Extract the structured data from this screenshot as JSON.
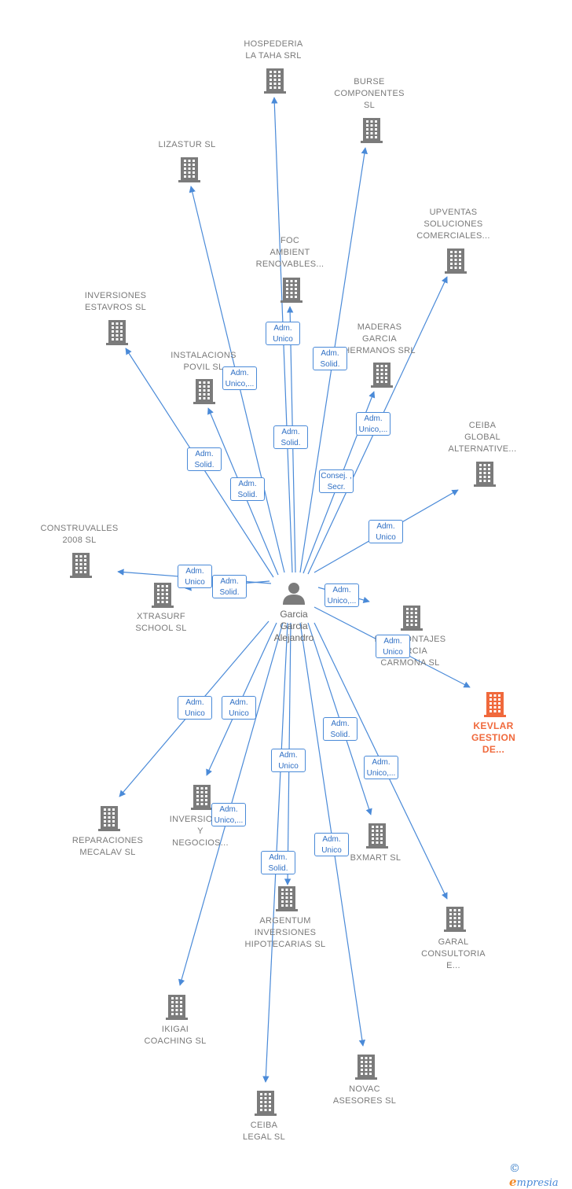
{
  "center": {
    "name": "Garcia\nGarcia\nAlejandro"
  },
  "companies": [
    {
      "id": "hospederia",
      "label": "HOSPEDERIA\nLA TAHA SRL"
    },
    {
      "id": "burse",
      "label": "BURSE\nCOMPONENTES\nSL"
    },
    {
      "id": "lizastur",
      "label": "LIZASTUR  SL"
    },
    {
      "id": "upventas",
      "label": "UPVENTAS\nSOLUCIONES\nCOMERCIALES..."
    },
    {
      "id": "foc",
      "label": "FOC\nAMBIENT\nRENOVABLES..."
    },
    {
      "id": "inversiones_estavros",
      "label": "INVERSIONES\nESTAVROS  SL"
    },
    {
      "id": "maderas",
      "label": "MADERAS\nGARCIA\nHERMANOS SRL"
    },
    {
      "id": "instalacions",
      "label": "INSTALACIONS\nPOVIL  SL"
    },
    {
      "id": "ceiba_global",
      "label": "CEIBA\nGLOBAL\nALTERNATIVE..."
    },
    {
      "id": "construvalles",
      "label": "CONSTRUVALLES\n2008 SL"
    },
    {
      "id": "xtrasurf",
      "label": "XTRASURF\nSCHOOL  SL"
    },
    {
      "id": "montajes",
      "label": "INST MONTAJES\nGARCIA\nCARMONA  SL"
    },
    {
      "id": "kevlar",
      "label": "KEVLAR\nGESTION\nDE..."
    },
    {
      "id": "reparaciones",
      "label": "REPARACIONES\nMECALAV  SL"
    },
    {
      "id": "inversiones_negocios",
      "label": "INVERSIONES\nY\nNEGOCIOS..."
    },
    {
      "id": "bxmart",
      "label": "BXMART  SL"
    },
    {
      "id": "argentum",
      "label": "ARGENTUM\nINVERSIONES\nHIPOTECARIAS SL"
    },
    {
      "id": "garal",
      "label": "GARAL\nCONSULTORIA\nE..."
    },
    {
      "id": "ikigai",
      "label": "IKIGAI\nCOACHING  SL"
    },
    {
      "id": "novac",
      "label": "NOVAC\nASESORES  SL"
    },
    {
      "id": "ceiba_legal",
      "label": "CEIBA\nLEGAL  SL"
    }
  ],
  "relations": [
    {
      "target": "hospederia",
      "label": "Adm.\nUnico"
    },
    {
      "target": "burse",
      "label": "Adm.\nSolid."
    },
    {
      "target": "lizastur",
      "label": "Adm.\nUnico,..."
    },
    {
      "target": "upventas",
      "label": "Adm.\nUnico,..."
    },
    {
      "target": "foc",
      "label": "Adm.\nSolid."
    },
    {
      "target": "inversiones_estavros",
      "label": "Adm.\nSolid."
    },
    {
      "target": "maderas",
      "label": "Consej. ,\nSecr."
    },
    {
      "target": "instalacions",
      "label": "Adm.\nSolid."
    },
    {
      "target": "ceiba_global",
      "label": "Adm.\nUnico"
    },
    {
      "target": "construvalles",
      "label": "Adm.\nUnico"
    },
    {
      "target": "xtrasurf",
      "label": "Adm.\nSolid."
    },
    {
      "target": "montajes",
      "label": "Adm.\nUnico,..."
    },
    {
      "target": "kevlar",
      "label": "Adm.\nUnico"
    },
    {
      "target": "reparaciones",
      "label": "Adm.\nUnico"
    },
    {
      "target": "inversiones_negocios",
      "label": "Adm.\nUnico"
    },
    {
      "target": "bxmart",
      "label": "Adm.\nSolid."
    },
    {
      "target": "argentum",
      "label": "Adm.\nUnico"
    },
    {
      "target": "garal",
      "label": "Adm.\nUnico,..."
    },
    {
      "target": "ikigai",
      "label": "Adm.\nUnico,..."
    },
    {
      "target": "novac",
      "label": "Adm.\nUnico"
    },
    {
      "target": "ceiba_legal",
      "label": "Adm.\nSolid."
    }
  ],
  "colors": {
    "edge": "#4a8ad8",
    "building": "#7b7b7b",
    "highlight": "#f0693c"
  },
  "icons": {
    "company": "building-icon",
    "person": "person-icon"
  },
  "footer": {
    "copyright": "©",
    "brand_initial": "e",
    "brand_rest": "mpresia"
  }
}
